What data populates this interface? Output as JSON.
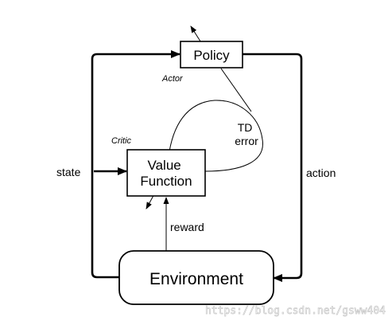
{
  "nodes": {
    "policy": "Policy",
    "value_function": [
      "Value",
      "Function"
    ],
    "environment": "Environment"
  },
  "roles": {
    "actor": "Actor",
    "critic": "Critic"
  },
  "signals": {
    "state": "state",
    "action": "action",
    "reward": "reward",
    "td_error": [
      "TD",
      "error"
    ]
  },
  "watermark": "https://blog.csdn.net/gsww404"
}
